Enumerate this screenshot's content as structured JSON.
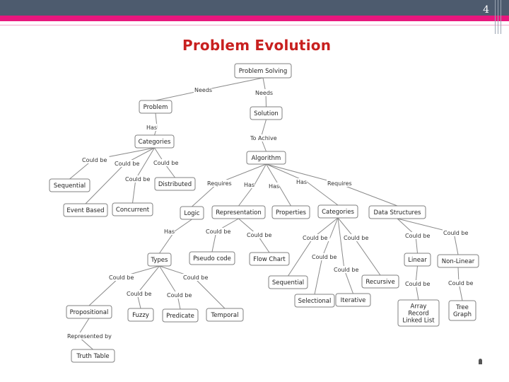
{
  "slide": {
    "number": "4",
    "title": "Problem Evolution"
  },
  "diagram": {
    "nodes": [
      {
        "id": "problem_solving",
        "label": "Problem Solving"
      },
      {
        "id": "problem",
        "label": "Problem"
      },
      {
        "id": "solution",
        "label": "Solution"
      },
      {
        "id": "categories1",
        "label": "Categories"
      },
      {
        "id": "algorithm",
        "label": "Algorithm"
      },
      {
        "id": "sequential1",
        "label": "Sequential"
      },
      {
        "id": "distributed",
        "label": "Distributed"
      },
      {
        "id": "event_based",
        "label": "Event Based"
      },
      {
        "id": "concurrent",
        "label": "Concurrent"
      },
      {
        "id": "logic",
        "label": "Logic"
      },
      {
        "id": "representation",
        "label": "Representation"
      },
      {
        "id": "properties",
        "label": "Properties"
      },
      {
        "id": "categories2",
        "label": "Categories"
      },
      {
        "id": "data_structures",
        "label": "Data Structures"
      },
      {
        "id": "types",
        "label": "Types"
      },
      {
        "id": "pseudo_code",
        "label": "Pseudo code"
      },
      {
        "id": "flow_chart",
        "label": "Flow Chart"
      },
      {
        "id": "sequential2",
        "label": "Sequential"
      },
      {
        "id": "recursive",
        "label": "Recursive"
      },
      {
        "id": "selectional",
        "label": "Selectional"
      },
      {
        "id": "iterative",
        "label": "Iterative"
      },
      {
        "id": "linear",
        "label": "Linear"
      },
      {
        "id": "non_linear",
        "label": "Non-Linear"
      },
      {
        "id": "array_list",
        "label": [
          "Array",
          "Record",
          "Linked List"
        ]
      },
      {
        "id": "tree_graph",
        "label": [
          "Tree",
          "Graph"
        ]
      },
      {
        "id": "propositional",
        "label": "Propositional"
      },
      {
        "id": "fuzzy",
        "label": "Fuzzy"
      },
      {
        "id": "predicate",
        "label": "Predicate"
      },
      {
        "id": "temporal",
        "label": "Temporal"
      },
      {
        "id": "truth_table",
        "label": "Truth Table"
      }
    ],
    "edges": [
      {
        "from": "problem_solving",
        "to": "problem",
        "label": "Needs"
      },
      {
        "from": "problem_solving",
        "to": "solution",
        "label": "Needs"
      },
      {
        "from": "problem",
        "to": "categories1",
        "label": "Has"
      },
      {
        "from": "solution",
        "to": "algorithm",
        "label": "To Achive"
      },
      {
        "from": "categories1",
        "to": "sequential1",
        "label": "Could be"
      },
      {
        "from": "categories1",
        "to": "event_based",
        "label": "Could be"
      },
      {
        "from": "categories1",
        "to": "concurrent",
        "label": "Could be"
      },
      {
        "from": "categories1",
        "to": "distributed",
        "label": "Could be"
      },
      {
        "from": "algorithm",
        "to": "logic",
        "label": "Requires"
      },
      {
        "from": "algorithm",
        "to": "representation",
        "label": "Has"
      },
      {
        "from": "algorithm",
        "to": "properties",
        "label": "Has"
      },
      {
        "from": "algorithm",
        "to": "categories2",
        "label": "Has"
      },
      {
        "from": "algorithm",
        "to": "data_structures",
        "label": "Requires"
      },
      {
        "from": "logic",
        "to": "types",
        "label": "Has"
      },
      {
        "from": "representation",
        "to": "pseudo_code",
        "label": "Could be"
      },
      {
        "from": "representation",
        "to": "flow_chart",
        "label": "Could be"
      },
      {
        "from": "categories2",
        "to": "sequential2",
        "label": "Could be"
      },
      {
        "from": "categories2",
        "to": "selectional",
        "label": "Could be"
      },
      {
        "from": "categories2",
        "to": "iterative",
        "label": "Could be"
      },
      {
        "from": "categories2",
        "to": "recursive",
        "label": "Could be"
      },
      {
        "from": "data_structures",
        "to": "linear",
        "label": "Could be"
      },
      {
        "from": "data_structures",
        "to": "non_linear",
        "label": "Could be"
      },
      {
        "from": "linear",
        "to": "array_list",
        "label": "Could be"
      },
      {
        "from": "non_linear",
        "to": "tree_graph",
        "label": "Could be"
      },
      {
        "from": "types",
        "to": "propositional",
        "label": "Could be"
      },
      {
        "from": "types",
        "to": "fuzzy",
        "label": "Could be"
      },
      {
        "from": "types",
        "to": "predicate",
        "label": "Could be"
      },
      {
        "from": "types",
        "to": "temporal",
        "label": "Could be"
      },
      {
        "from": "propositional",
        "to": "truth_table",
        "label": "Represented by"
      }
    ]
  }
}
